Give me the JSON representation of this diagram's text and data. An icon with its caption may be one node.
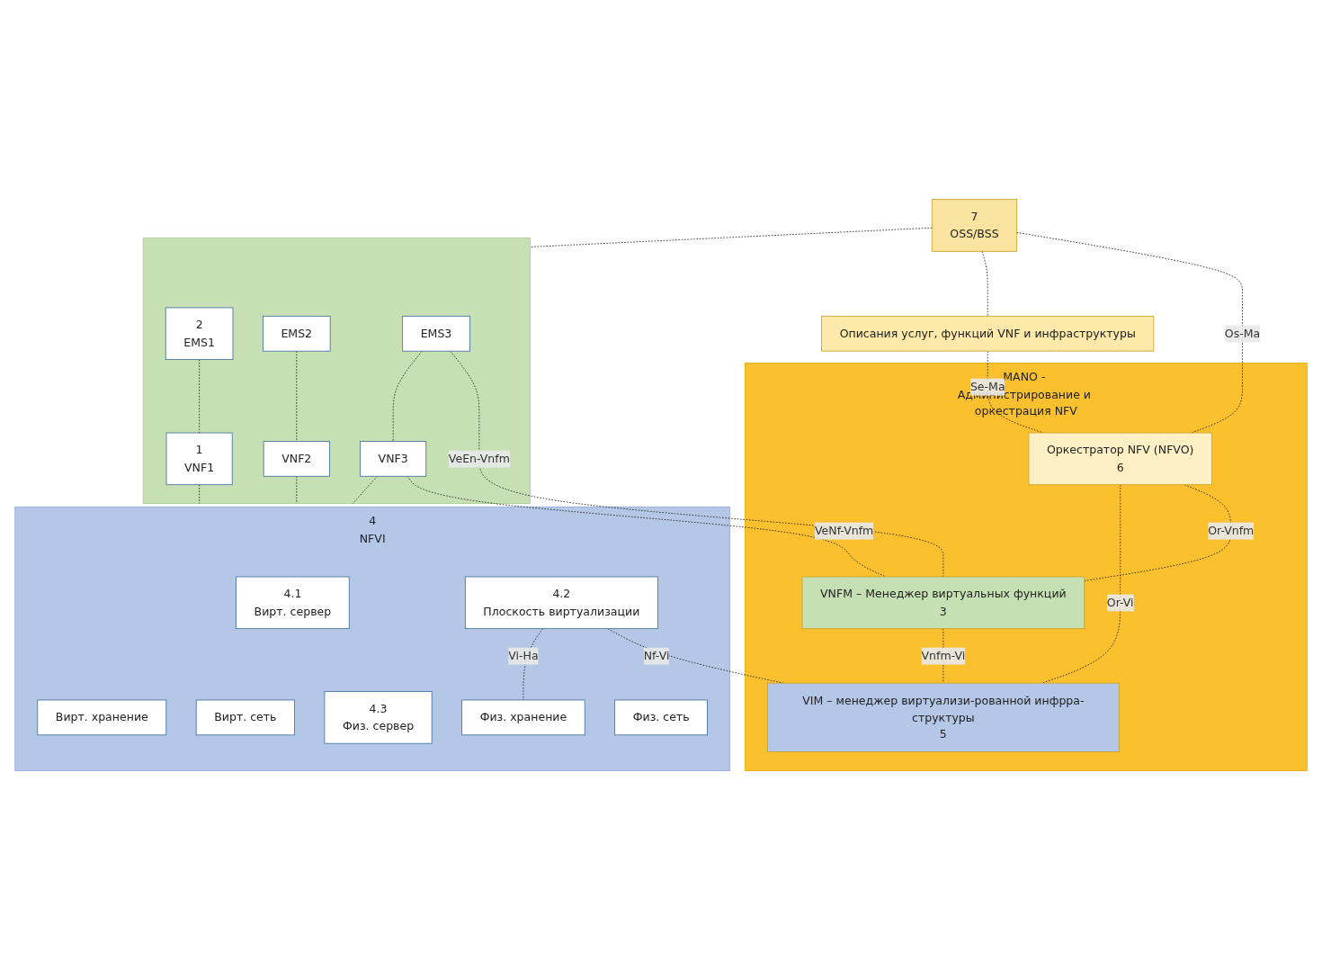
{
  "diagram": {
    "nodes": [
      {
        "text": [
          "MANO - Администрирование и оркестрация NFV"
        ]
      },
      {
        "text": [
          "7",
          "OSS/BSS"
        ]
      },
      {
        "text": [
          "Описания услуг, функций VNF и инфраструктуры"
        ]
      },
      {
        "text": [],
        "shape": "box"
      },
      {
        "text": [
          "2",
          "EMS1"
        ],
        "in": 3
      },
      {
        "text": [
          "EMS2"
        ],
        "in": 3
      },
      {
        "text": [
          "EMS3"
        ],
        "in": 3
      },
      {
        "text": [
          "1",
          "VNF1"
        ],
        "in": 3
      },
      {
        "text": [
          "VNF2"
        ],
        "in": 3
      },
      {
        "text": [
          "VNF3"
        ],
        "in": 3
      },
      {
        "text": [
          "4",
          "NFVI"
        ]
      },
      {
        "text": [
          "4.1",
          "Вирт. сервер"
        ],
        "in": 10
      },
      {
        "text": [
          "Вирт. хранение"
        ],
        "in": 10
      },
      {
        "text": [
          "Вирт. сеть"
        ],
        "in": 10
      },
      {
        "text": [
          "4.2",
          "Плоскость виртуализации"
        ],
        "in": 10
      },
      {
        "text": [
          "4.3",
          "Физ. сервер"
        ],
        "in": 10
      },
      {
        "text": [
          "Физ. хранение"
        ],
        "in": 10
      },
      {
        "text": [
          "Физ. сеть"
        ],
        "in": 10
      },
      {
        "text": [
          "Оркестратор NFV (NFVO)",
          "6"
        ],
        "in": 0
      },
      {
        "text": [
          "VNFM – Менеджер виртуальных функций",
          "3"
        ],
        "in": 0
      },
      {
        "text": [
          "VIM – менеджер виртуализи-рованной инфрра-структуры",
          "5"
        ],
        "in": 0
      }
    ],
    "edges": [
      {
        "from": 1,
        "to": 18,
        "arrow": "none",
        "label": "Os-Ma",
        "style": "dashed"
      },
      {
        "from": 1,
        "to": 2,
        "arrow": "none",
        "style": "dashed"
      },
      {
        "from": 1,
        "to": 3,
        "arrow": "none",
        "style": "dashed"
      },
      {
        "from": 2,
        "to": 18,
        "arrow": "none",
        "label": "Se-Ma",
        "style": "dashed"
      },
      {
        "from": 18,
        "to": 19,
        "arrow": "none",
        "label": "Or-Vnfm",
        "style": "dashed"
      },
      {
        "from": 6,
        "to": 19,
        "arrow": "none",
        "label": "VeEn-Vnfm",
        "style": "dashed"
      },
      {
        "from": 9,
        "to": 19,
        "arrow": "none",
        "label": "VeNf-Vnfm",
        "style": "dashed"
      },
      {
        "from": 4,
        "to": 7,
        "arrow": "none",
        "style": "dashed"
      },
      {
        "from": 5,
        "to": 8,
        "arrow": "none",
        "style": "dashed"
      },
      {
        "from": 6,
        "to": 9,
        "arrow": "none",
        "style": "dashed"
      },
      {
        "from": 7,
        "to": 10,
        "arrow": "none",
        "style": "dashed"
      },
      {
        "from": 8,
        "to": 10,
        "arrow": "none",
        "style": "dashed"
      },
      {
        "from": 9,
        "to": 10,
        "arrow": "none",
        "style": "dashed"
      },
      {
        "from": 19,
        "to": 20,
        "arrow": "none",
        "label": "Vnfm-Vi",
        "style": "dashed"
      },
      {
        "from": 18,
        "to": 20,
        "arrow": "none",
        "label": "Or-Vi",
        "style": "dashed"
      },
      {
        "from": 14,
        "to": 20,
        "arrow": "none",
        "label": "Nf-Vi",
        "style": "dashed"
      },
      {
        "from": 14,
        "to": 16,
        "arrow": "none",
        "label": "Vi-Ha",
        "style": "dashed"
      }
    ]
  }
}
